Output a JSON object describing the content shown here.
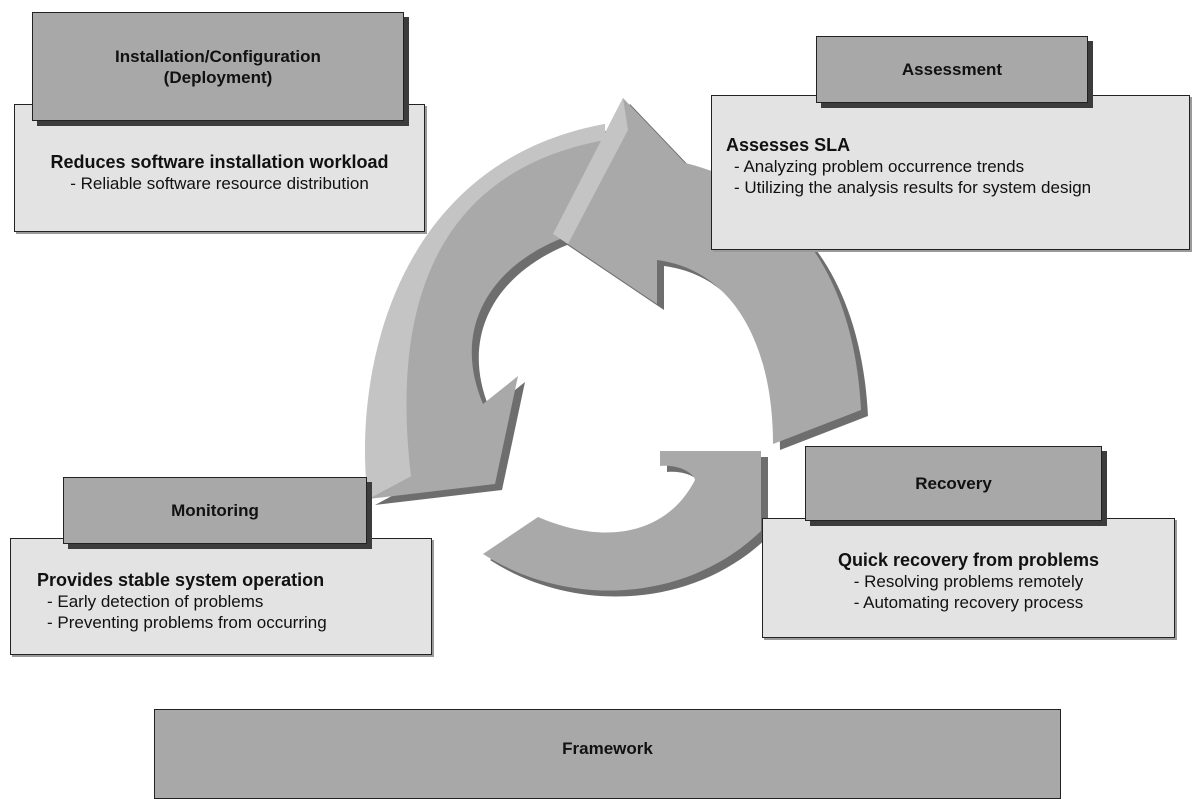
{
  "steps": {
    "installation": {
      "title_line1": "Installation/Configuration",
      "title_line2": "(Deployment)",
      "heading": "Reduces software installation workload",
      "items": [
        "- Reliable software resource distribution"
      ]
    },
    "assessment": {
      "title": "Assessment",
      "heading": "Assesses SLA",
      "items": [
        "- Analyzing problem occurrence trends",
        "- Utilizing the analysis results for system design"
      ]
    },
    "monitoring": {
      "title": "Monitoring",
      "heading": "Provides stable system operation",
      "items": [
        "- Early detection of problems",
        "- Preventing problems from occurring"
      ]
    },
    "recovery": {
      "title": "Recovery",
      "heading": "Quick recovery from problems",
      "items": [
        "- Resolving problems remotely",
        "- Automating recovery process"
      ]
    }
  },
  "framework": {
    "label": "Framework"
  },
  "colors": {
    "arrow_fill": "#a9a9a9",
    "arrow_shade": "#6e6e6e",
    "title_fill": "#a8a8a8",
    "body_fill": "#e3e3e3"
  }
}
